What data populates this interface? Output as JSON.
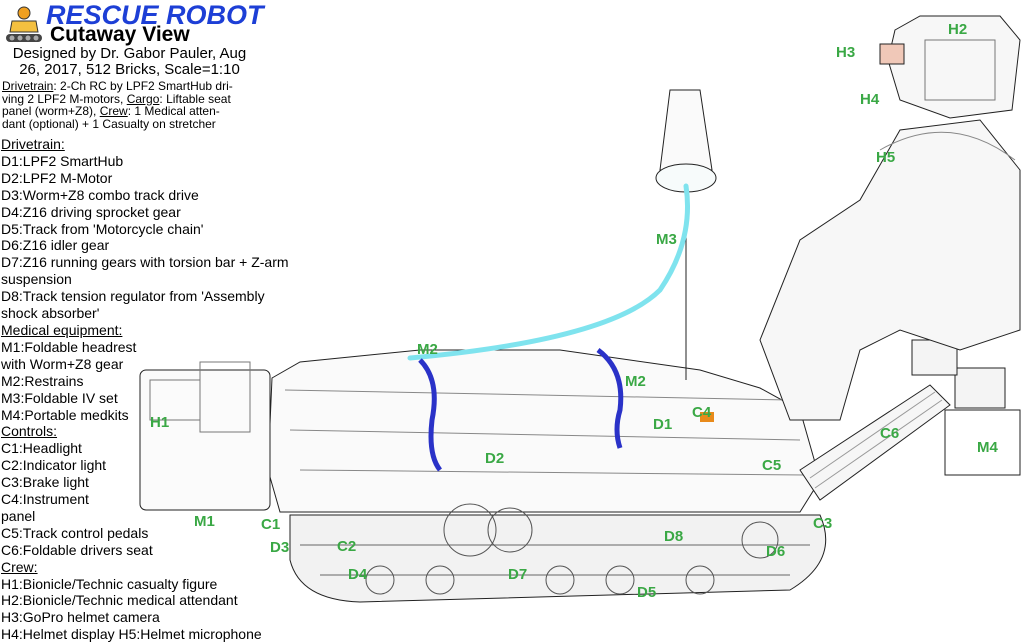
{
  "header": {
    "title": "RESCUE ROBOT",
    "subtitle": "Cutaway View",
    "credit_line1": "Designed by Dr. Gabor Pauler, Aug",
    "credit_line2": "26, 2017, 512 Bricks, Scale=1:10"
  },
  "summary": {
    "drivetrain_label": "Drivetrain",
    "drivetrain_text": ": 2-Ch RC by LPF2 SmartHub dri-",
    "drivetrain_text2": "ving 2 LPF2 M-motors, ",
    "cargo_label": "Cargo",
    "cargo_text": ": Liftable seat",
    "cargo_text2": "panel (worm+Z8), ",
    "crew_label": "Crew",
    "crew_text": ": 1 Medical atten-",
    "crew_text2": "dant (optional) + 1 Casualty on stretcher"
  },
  "legend": [
    {
      "heading": "Drivetrain:",
      "items": [
        "D1:LPF2 SmartHub",
        "D2:LPF2 M-Motor",
        "D3:Worm+Z8 combo track drive",
        "D4:Z16 driving sprocket gear",
        "D5:Track from 'Motorcycle chain'",
        "D6:Z16 idler gear",
        "D7:Z16 running gears with torsion bar + Z-arm",
        "suspension",
        "D8:Track tension regulator from 'Assembly",
        "shock absorber'"
      ]
    },
    {
      "heading": "Medical equipment:",
      "items": [
        "M1:Foldable headrest",
        "with Worm+Z8 gear",
        "M2:Restrains",
        "M3:Foldable IV set",
        "M4:Portable medkits"
      ]
    },
    {
      "heading": "Controls:",
      "items": [
        "C1:Headlight",
        "C2:Indicator light",
        "C3:Brake light",
        "C4:Instrument",
        "panel",
        "C5:Track control pedals",
        "C6:Foldable drivers seat"
      ]
    },
    {
      "heading": "Crew:",
      "items": [
        "H1:Bionicle/Technic casualty figure",
        "H2:Bionicle/Technic medical attendant",
        "H3:GoPro helmet camera",
        "H4:Helmet display   H5:Helmet microphone"
      ]
    }
  ],
  "callouts": {
    "H1": "H1",
    "H2": "H2",
    "H3": "H3",
    "H4": "H4",
    "H5": "H5",
    "M1": "M1",
    "M2a": "M2",
    "M2b": "M2",
    "M3": "M3",
    "M4": "M4",
    "D1": "D1",
    "D2": "D2",
    "D3": "D3",
    "D4": "D4",
    "D5": "D5",
    "D6": "D6",
    "D7": "D7",
    "D8": "D8",
    "C1": "C1",
    "C2": "C2",
    "C3": "C3",
    "C4": "C4",
    "C5": "C5",
    "C6": "C6"
  },
  "colors": {
    "title": "#1d3fd6",
    "callout": "#3aa845",
    "outline": "#222222",
    "iv_tube": "#7fe3ee",
    "restraint": "#2a32c8",
    "accent_orange": "#e88a1a"
  },
  "icons": [
    "robot-logo-icon"
  ]
}
